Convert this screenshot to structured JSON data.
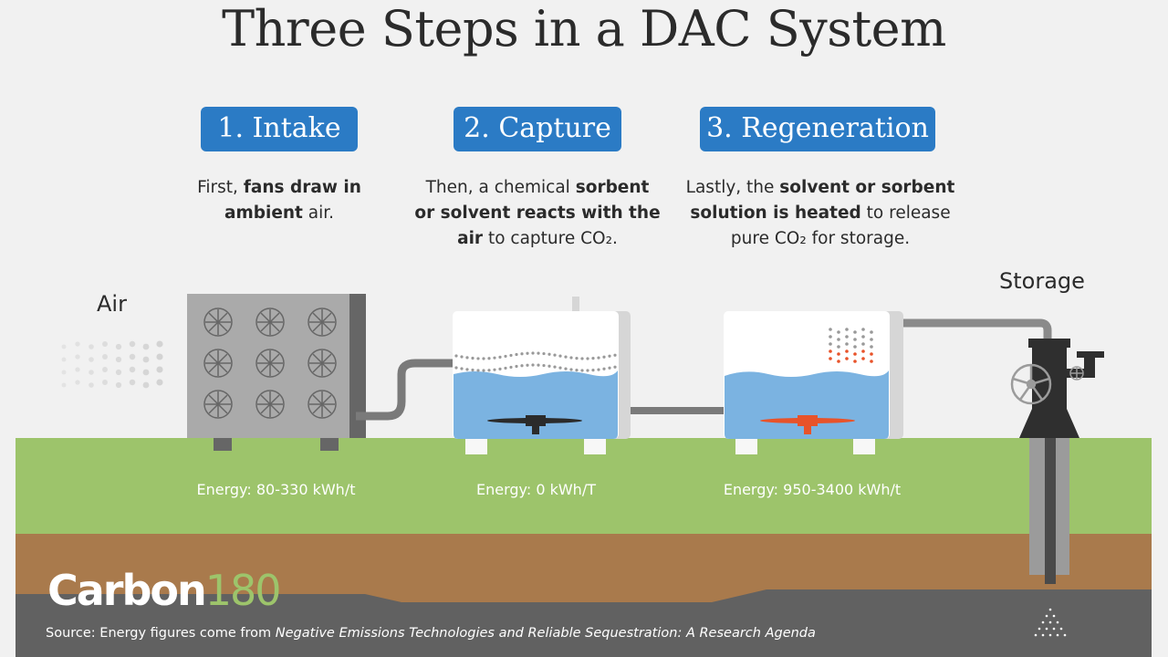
{
  "title": "Three Steps in a DAC System",
  "steps": [
    {
      "badge": "1. Intake",
      "desc_parts": [
        "First, ",
        "fans draw in",
        "ambient",
        " air."
      ],
      "energy": "Energy: 80-330 kWh/t"
    },
    {
      "badge": "2. Capture",
      "desc_parts": [
        "Then, a chemical ",
        "sorbent",
        "or solvent reacts with the",
        "air",
        " to capture CO₂."
      ],
      "energy": "Energy: 0 kWh/T"
    },
    {
      "badge": "3. Regeneration",
      "desc_parts": [
        "Lastly, the ",
        "solvent or sorbent",
        "solution is heated",
        " to release",
        "pure CO₂ for storage."
      ],
      "energy": "Energy: 950-3400 kWh/t"
    }
  ],
  "labels": {
    "air": "Air",
    "storage": "Storage"
  },
  "logo": {
    "part1": "Carbon",
    "part2": "180"
  },
  "source": {
    "prefix": "Source: Energy figures come from ",
    "title": "Negative Emissions Technologies and Reliable Sequestration: A Research Agenda"
  },
  "colors": {
    "badge": "#2b7bc5",
    "grass": "#9dc46b",
    "soil": "#a97a4c",
    "rock": "#5f5f5f",
    "water": "#7bb3e1",
    "heat": "#e8532a"
  }
}
